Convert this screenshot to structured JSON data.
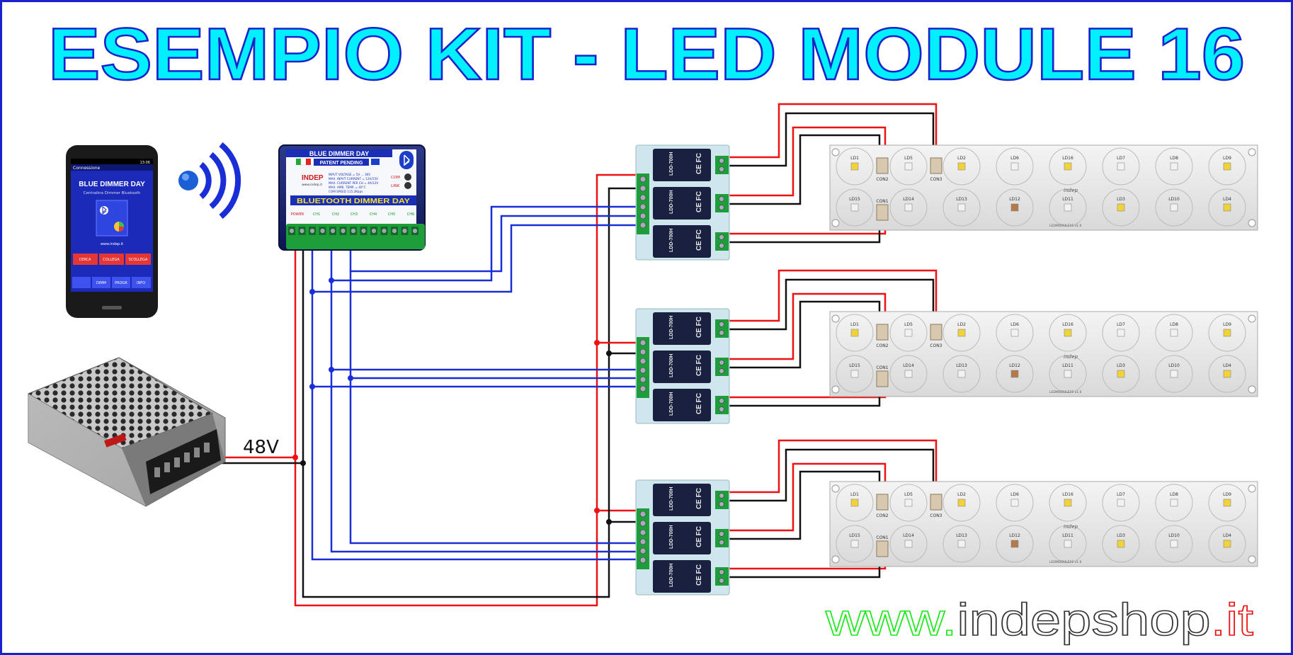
{
  "title": "ESEMPIO KIT - LED MODULE 16",
  "voltage_label": "48V",
  "url": {
    "prefix": "www.",
    "domain": "indepshop",
    "suffix": ".it"
  },
  "phone": {
    "status_time": "13:06",
    "app_header": "Connessione",
    "app_title": "BLUE DIMMER DAY",
    "app_subtitle": "Centralina Dimmer Bluetooth",
    "app_site": "www.indep.it",
    "buttons": [
      "CERCA",
      "COLLEGA",
      "SCOLLEGA"
    ],
    "tabs": [
      "",
      "DIMM",
      "PROGR",
      "INFO"
    ]
  },
  "controller": {
    "name": "BLUE DIMMER DAY",
    "patent": "PATENT PENDING",
    "brand": "INDEP",
    "brand_site": "www.indep.it",
    "bottom_label": "BLUETOOTH DIMMER DAY",
    "specs": [
      "INPUT VOLTAGE = 5V ... 36V",
      "MAX. INPUT CURRENT = 12A/15V",
      "MAX. CURRENT PER CH = 4A/12V",
      "MAX. AMB. TEMP. = 40°C",
      "COM SPEED 115.2Kbps"
    ],
    "indicators": [
      "COM",
      "LINK"
    ],
    "channels": [
      "POWER",
      "CH1",
      "CH2",
      "CH3",
      "CH4",
      "CH5",
      "CH6"
    ]
  },
  "driver_module": {
    "label": "LDD-700H",
    "marks": "CE FC"
  },
  "led_board": {
    "connectors": [
      "CON2",
      "CON3",
      "CON1"
    ],
    "row1": [
      "LD1",
      "LD5",
      "LD2",
      "LD6",
      "LD16",
      "LD7",
      "LD8",
      "LD9"
    ],
    "row2": [
      "LD15",
      "LD14",
      "LD13",
      "LD12",
      "LD11",
      "LD3",
      "LD10",
      "LD4"
    ],
    "logo": "indep",
    "code": "LEDMODULE16 v1.0"
  },
  "colors": {
    "border": "#1a22cc",
    "title_fill": "#00f0ff",
    "title_stroke": "#1a22cc",
    "wire_red": "#ee1111",
    "wire_black": "#111111",
    "wire_blue": "#1a2ed8",
    "url_green": "#22e822",
    "url_black": "#333333",
    "url_red": "#ee1111"
  }
}
